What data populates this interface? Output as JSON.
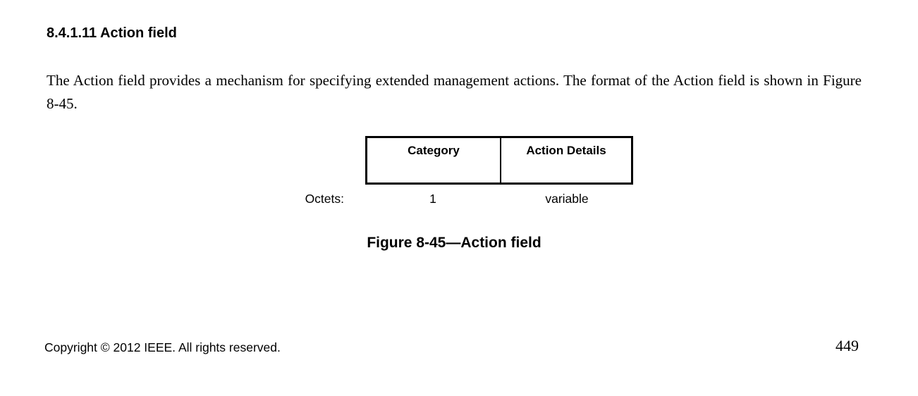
{
  "colors": {
    "background": "#ffffff",
    "text": "#000000",
    "table_border": "#000000"
  },
  "section": {
    "heading": "8.4.1.11 Action field",
    "paragraph": "The Action field provides a mechanism for specifying extended management actions. The format of the Action field is shown in Figure 8-45."
  },
  "figure": {
    "caption": "Figure 8-45—Action field",
    "octets_label": "Octets:",
    "cells": [
      {
        "label": "Category",
        "octets": "1"
      },
      {
        "label": "Action Details",
        "octets": "variable"
      }
    ]
  },
  "footer": {
    "copyright": "Copyright © 2012 IEEE. All rights reserved.",
    "page_number": "449"
  }
}
